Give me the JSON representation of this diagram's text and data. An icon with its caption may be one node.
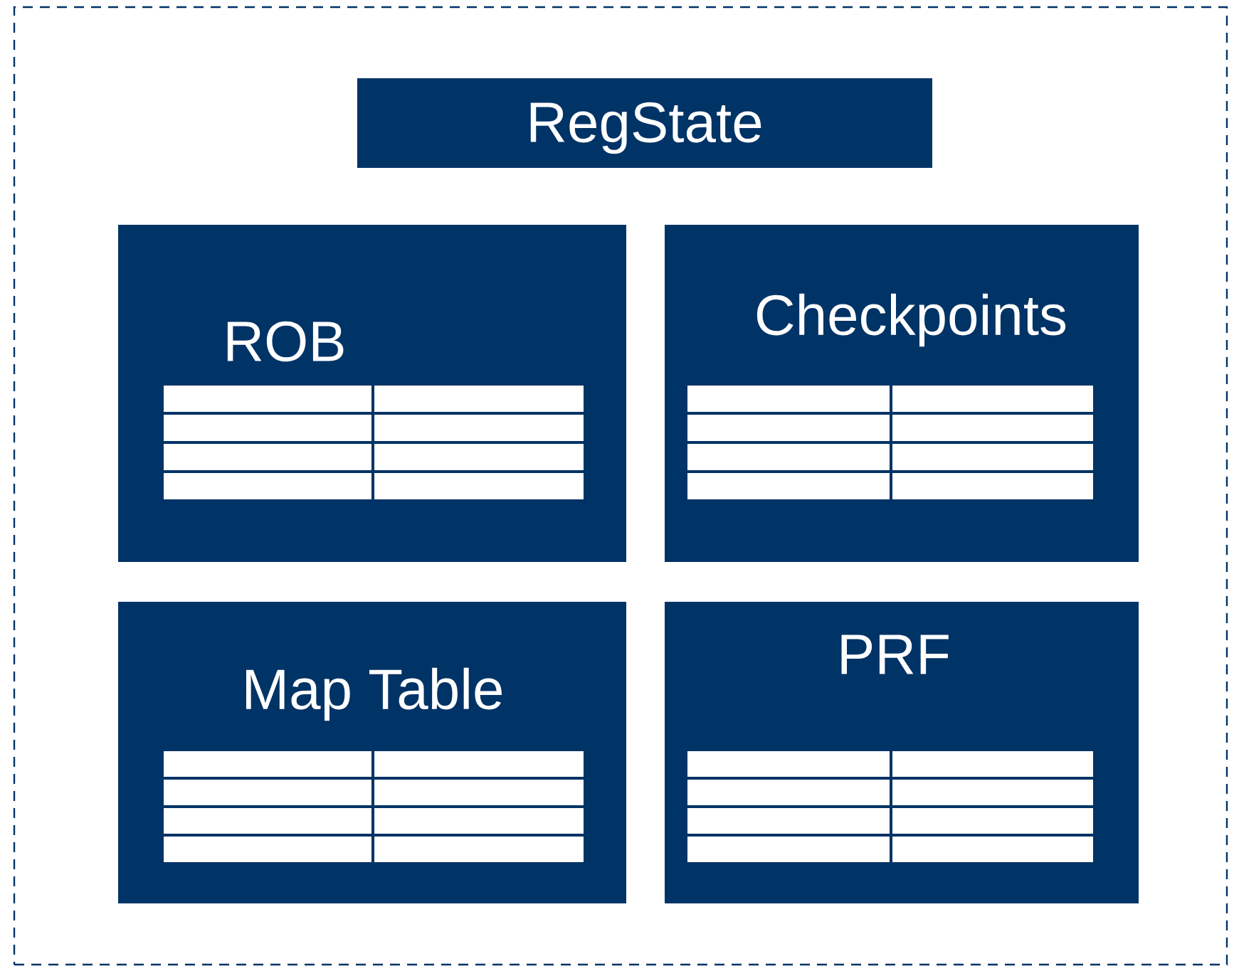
{
  "diagram": {
    "nodes": [
      {
        "text": [],
        "shape": "box"
      },
      {
        "text": [
          "RegState"
        ],
        "in": 0
      },
      {
        "text": [
          "ROB"
        ],
        "in": 0
      },
      {
        "text": [
          "Checkpoints"
        ],
        "in": 0
      },
      {
        "text": [
          "Map Table"
        ],
        "in": 0
      },
      {
        "text": [
          "PRF"
        ],
        "in": 0
      }
    ]
  }
}
